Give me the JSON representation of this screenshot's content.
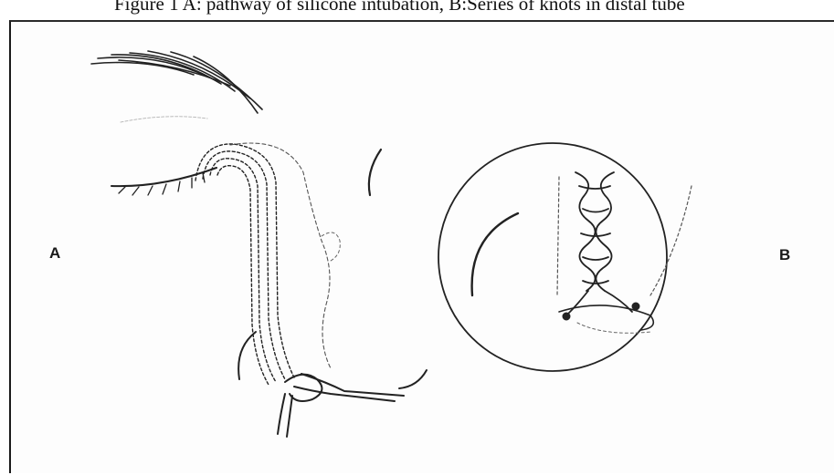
{
  "caption": {
    "text": "Figure 1 A: pathway of silicone intubation, B:Series of knots in distal tube"
  },
  "figure": {
    "panel_a_label": "A",
    "panel_b_label": "B"
  }
}
